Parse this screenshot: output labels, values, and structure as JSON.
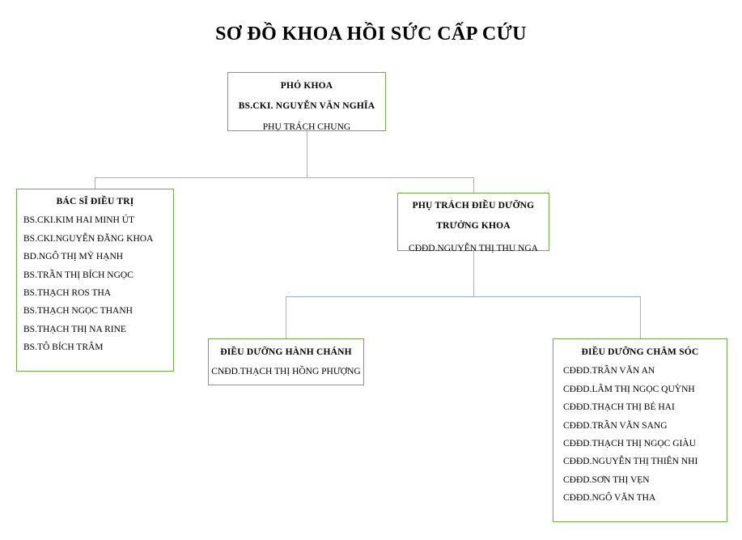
{
  "chart": {
    "title": "SƠ ĐỒ KHOA HỒI SỨC CẤP CỨU",
    "colors": {
      "box_border": "#70AD47",
      "connector": "#8FB7DC",
      "text": "#000000",
      "background": "#FFFFFF"
    }
  },
  "nodes": {
    "head": {
      "title": "PHÓ KHOA",
      "name": "BS.CKI. NGUYỄN VĂN NGHĨA",
      "role": "PHỤ TRÁCH CHUNG"
    },
    "doctors": {
      "title": "BÁC SĨ ĐIỀU TRỊ",
      "members": [
        "BS.CKI.KIM HAI MINH ÚT",
        "BS.CKI.NGUYỄN ĐĂNG KHOA",
        "BD.NGÔ THỊ MỸ HẠNH",
        "BS.TRẦN THỊ BÍCH NGỌC",
        "BS.THẠCH ROS THA",
        "BS.THẠCH NGỌC THANH",
        "BS.THẠCH THỊ NA RINE",
        "BS.TÔ BÍCH TRÂM"
      ]
    },
    "nursing_head": {
      "title_line1": "PHỤ TRÁCH ĐIỀU DƯỠNG",
      "title_line2": "TRƯỞNG KHOA",
      "name": "CĐĐD.NGUYỄN THỊ THU NGA"
    },
    "admin_nursing": {
      "title": "ĐIỀU DƯỠNG HÀNH CHÁNH",
      "name": "CNĐD.THẠCH THỊ HỒNG PHƯỢNG"
    },
    "care_nursing": {
      "title": "ĐIỀU DƯỠNG CHĂM SÓC",
      "members": [
        "CĐĐD.TRẦN VĂN AN",
        "CĐĐD.LÂM THỊ NGỌC QUỲNH",
        "CĐĐD.THẠCH THỊ BÉ HAI",
        "CĐĐD.TRẦN VĂN SANG",
        "CĐĐD.THẠCH THỊ NGỌC GIÀU",
        "CĐĐD.NGUYỄN THỊ THIÊN NHI",
        "CĐĐD.SƠN THỊ VẸN",
        "CĐĐD.NGÔ VĂN THA"
      ]
    }
  }
}
